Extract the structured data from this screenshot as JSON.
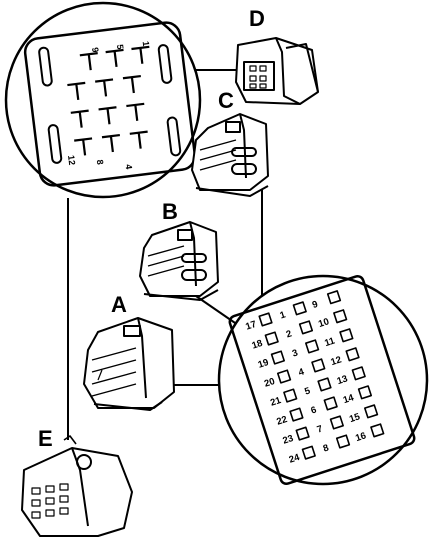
{
  "connector_labels": {
    "a": "A",
    "b": "B",
    "c": "C",
    "d": "D",
    "e": "E"
  },
  "detail_top": {
    "pin_labels": [
      "9",
      "5",
      "1",
      "12",
      "8",
      "4"
    ]
  },
  "detail_bottom": {
    "pin_labels": [
      "17",
      "18",
      "19",
      "20",
      "21",
      "22",
      "23",
      "24",
      "1",
      "2",
      "3",
      "4",
      "5",
      "6",
      "7",
      "8",
      "9",
      "10",
      "11",
      "12",
      "13",
      "14",
      "15",
      "16"
    ]
  }
}
